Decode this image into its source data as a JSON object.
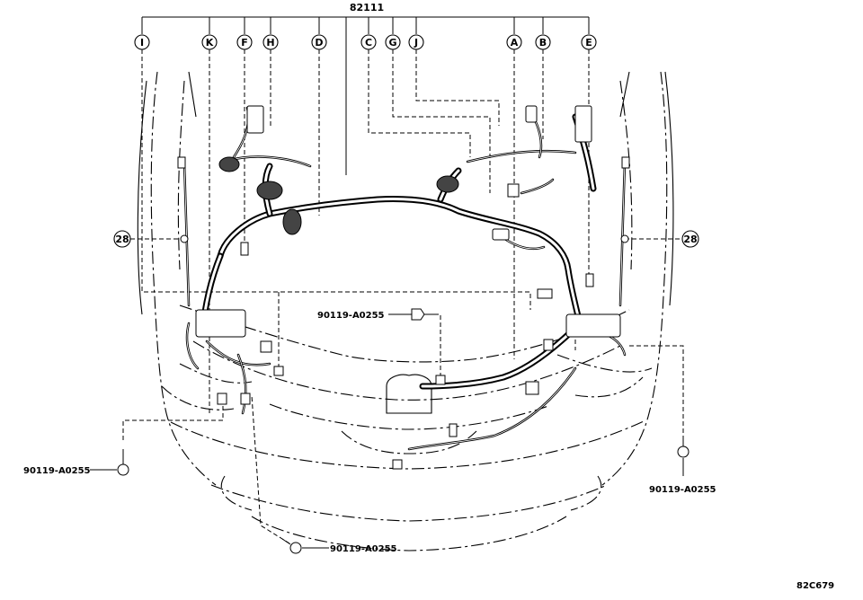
{
  "main_part_number": "82111",
  "callouts": [
    {
      "letter": "I"
    },
    {
      "letter": "K"
    },
    {
      "letter": "F"
    },
    {
      "letter": "H"
    },
    {
      "letter": "D"
    },
    {
      "letter": "C"
    },
    {
      "letter": "G"
    },
    {
      "letter": "J"
    },
    {
      "letter": "A"
    },
    {
      "letter": "B"
    },
    {
      "letter": "E"
    }
  ],
  "ref_numbers": {
    "left": "28",
    "right": "28"
  },
  "bolt_labels": {
    "center": "90119-A0255",
    "left": "90119-A0255",
    "right": "90119-A0255",
    "bottom": "90119-A0255"
  },
  "diagram_code": "82C679"
}
